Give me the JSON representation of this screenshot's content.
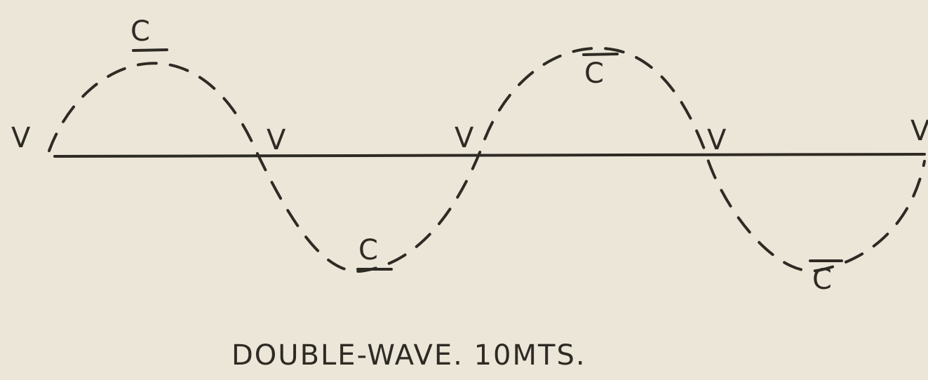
{
  "diagram": {
    "caption": "DOUBLE-WAVE. 10MTS.",
    "voltage_label": "V",
    "current_label": "C",
    "colors": {
      "ink": "#2e2a24",
      "paper": "#ece6d8"
    }
  }
}
